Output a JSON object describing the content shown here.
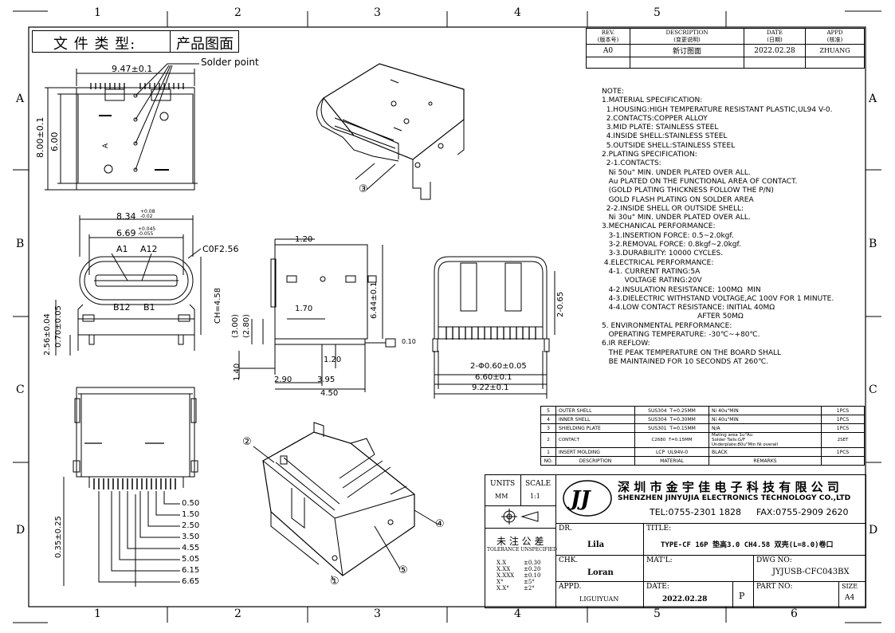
{
  "doc_type_label": "文 件 类 型:",
  "doc_type_value": "产品图面",
  "col_labels": [
    "1",
    "2",
    "3",
    "4",
    "5",
    "6"
  ],
  "row_labels": [
    "A",
    "B",
    "C",
    "D"
  ],
  "revision": {
    "headers": [
      {
        "en": "REV.",
        "cn": "(版本号)"
      },
      {
        "en": "DESCRIPTION",
        "cn": "(变更说明)"
      },
      {
        "en": "DATE",
        "cn": "(日期)"
      },
      {
        "en": "APPD",
        "cn": "(核准)"
      }
    ],
    "row": [
      "A0",
      "新订图面",
      "2022.02.28",
      "ZHUANG"
    ]
  },
  "notes": [
    "NOTE:",
    "1.MATERIAL SPECIFICATION:",
    "  1.HOUSING:HIGH TEMPERATURE RESISTANT PLASTIC,UL94 V-0.",
    "  2.CONTACTS:COPPER ALLOY",
    "  3.MID PLATE: STAINLESS STEEL",
    "  4.INSIDE SHELL:STAINLESS STEEL",
    "  5.OUTSIDE SHELL:STAINLESS STEEL",
    "2.PLATING SPECIFICATION:",
    "  2-1.CONTACTS:",
    "   Ni 50u\" MIN. UNDER PLATED OVER ALL.",
    "   Au PLATED ON THE FUNCTIONAL AREA OF CONTACT.",
    "   (GOLD PLATING THICKNESS FOLLOW THE P/N)",
    "   GOLD FLASH PLATING ON SOLDER AREA",
    "  2-2.INSIDE SHELL OR OUTSIDE SHELL:",
    "   Ni 30u\" MIN. UNDER PLATED OVER ALL.",
    "3.MECHANICAL PERFORMANCE:",
    "   3-1.INSERTION FORCE: 0.5~2.0kgf.",
    "   3-2.REMOVAL FORCE: 0.8kgf~2.0kgf.",
    "   3-3.DURABILITY: 10000 CYCLES.",
    " 4.ELECTRICAL PERFORMANCE:",
    "   4-1. CURRENT RATING:5A",
    "          VOLTAGE RATING:20V",
    "   4-2.INSULATION RESISTANCE: 100MΩ  MIN",
    "   4-3.DIELECTRIC WITHSTAND VOLTAGE,AC 100V FOR 1 MINUTE.",
    "   4-4.LOW CONTACT RESISTANCE: INITIAL 40MΩ",
    "                                          AFTER 50MΩ",
    "5. ENVIRONMENTAL PERFORMANCE:",
    "   OPERATING TEMPERATURE: -30℃~+80℃.",
    "6.IR REFLOW:",
    "   THE PEAK TEMPERATURE ON THE BOARD SHALL",
    "   BE MAINTAINED FOR 10 SECONDS AT 260℃."
  ],
  "bom": {
    "rows": [
      [
        "5",
        "OUTER SHELL",
        "SUS304  T=0.25MM",
        "Ni 40u\"MIN",
        "1PCS"
      ],
      [
        "4",
        "INNER SHELL",
        "SUS304  T=0.30MM",
        "Ni 40u\"MIN",
        "1PCS"
      ],
      [
        "3",
        "SHIELDING PLATE",
        "SUS301  T=0.15MM",
        "N/A",
        "1PCS"
      ],
      [
        "2",
        "CONTACT",
        "C2680  T=0.15MM",
        "Mating area 1u\"Au\nSolder Tails:G/F\nUnderplate:80u\"Min Ni overall",
        "2SET"
      ],
      [
        "1",
        "INSERT MOLDING",
        "LCP  UL94V-0",
        "BLACK",
        "1PCS"
      ]
    ],
    "header": [
      "NO.",
      "DESCRIPTION",
      "MATERIAL",
      "REMARKS",
      ""
    ]
  },
  "title_block": {
    "units_label": "UNITS",
    "units_value": "MM",
    "scale_label": "SCALE",
    "scale_value": "1:1",
    "company_cn": "深 圳 市 金 宇 佳 电 子 科 技 有 限 公 司",
    "company_en": "SHENZHEN JINYUJIA ELECTRONICS TECHNOLOGY CO.,LTD",
    "tel": "TEL:0755-2301 1828",
    "fax": "FAX:0755-2909 2620",
    "tol_title": "未 注 公 差",
    "tol_sub": "TOLERANCE UNSPECIFIED",
    "tolerances": [
      [
        "X.X",
        "±0.30"
      ],
      [
        "X.XX",
        "±0.20"
      ],
      [
        "X.XXX",
        "±0.10"
      ],
      [
        "X°",
        "±5°"
      ],
      [
        "X.X°",
        "±2°"
      ]
    ],
    "dr_label": "DR.",
    "dr_value": "Lila",
    "chk_label": "CHK.",
    "chk_value": "Loran",
    "appd_label": "APPD.",
    "appd_value": "LIGUIYUAN",
    "title_label": "TITLE:",
    "title_value": "TYPE-CF 16P 垫高3.0 CH4.58 双壳(L=8.0)卷口",
    "mat_label": "MAT'L:",
    "dwg_label": "DWG NO:",
    "dwg_value": "JYJUSB-CFC043BX",
    "date_label": "DATE:",
    "date_value": "2022.02.28",
    "p_label": "P",
    "part_label": "PART NO:",
    "size_label": "SIZE",
    "size_value": "A4"
  },
  "dims": {
    "top_width": "9.47±0.1",
    "solder_point": "Solder point",
    "h800": "8.00±0.1",
    "h600": "6.00",
    "w834": "8.34",
    "w834_tol": "+0.08\n-0.02",
    "w669": "6.69",
    "w669_tol": "+0.045\n-0.055",
    "cof": "C0F2.56",
    "a1": "A1",
    "a12": "A12",
    "b12": "B12",
    "b1": "B1",
    "h070": "0.70±0.05",
    "h256": "2.56±0.04",
    "ch": "CH=4.58",
    "d120a": "1.20",
    "d170": "1.70",
    "d300": "(3.00)",
    "d280": "(2.80)",
    "d644": "6.44±0.1",
    "d120b": "1.20",
    "flat": "0.10",
    "d140": "1.40",
    "d290": "2.90",
    "d395": "3.95",
    "d450": "4.50",
    "d065": "2-0.65",
    "d060": "2-Φ0.60±0.05",
    "d660": "6.60±0.1",
    "d922": "9.22±0.1",
    "pitch": "0.35±0.25",
    "pins": [
      "0.50",
      "1.50",
      "2.50",
      "3.50",
      "4.55",
      "5.05",
      "6.15",
      "6.65"
    ],
    "callouts": [
      "①",
      "②",
      "③",
      "④",
      "⑤"
    ],
    "view_a": "A"
  }
}
